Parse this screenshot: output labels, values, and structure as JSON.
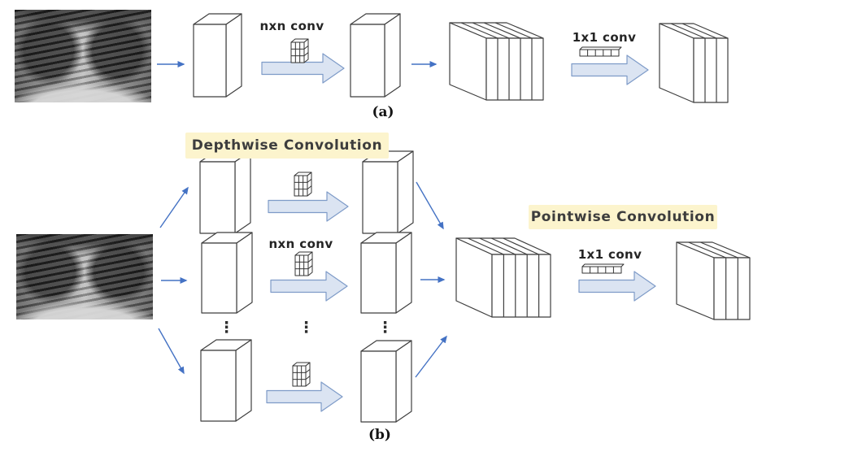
{
  "panel_a": {
    "caption": "(a)",
    "nxn_conv_label": "nxn conv",
    "conv_1x1_label": "1x1 conv"
  },
  "panel_b": {
    "caption": "(b)",
    "depthwise_label": "Depthwise Convolution",
    "pointwise_label": "Pointwise Convolution",
    "nxn_conv_label": "nxn conv",
    "conv_1x1_label": "1x1 conv",
    "ellipsis_glyph": "⋮"
  },
  "images": {
    "chest_xray_a": "chest x-ray input image",
    "chest_xray_b": "chest x-ray input image"
  },
  "icons": {
    "kernel_3x3": "kernel-3x3-grid-icon",
    "kernel_1x1": "kernel-1x5-strip-icon",
    "flow_arrow": "thin-blue-arrow",
    "conv_arrow": "block-arrow"
  },
  "colors": {
    "arrow_line": "#4472c4",
    "block_arrow_fill": "#dbe4f2",
    "block_arrow_stroke": "#7e9bc8",
    "shape_outline": "#3f3f3f",
    "highlight_bg": "#fcf4cd",
    "label_text": "#3d3d3d",
    "background": "#ffffff"
  },
  "structure": {
    "panel_a_flow": [
      "chest x-ray input",
      "feature map",
      "nxn conv (single kernel over all channels)",
      "feature map",
      "stacked feature maps (5 slices)",
      "1x1 conv",
      "output feature maps (3 slices)"
    ],
    "panel_b_flow": [
      "chest x-ray input",
      "depthwise convolution: per-channel nxn conv branches (3 shown + ellipsis)",
      "merged feature stack (5 slices)",
      "pointwise convolution: 1x1 conv",
      "output feature maps (3 slices)"
    ]
  }
}
